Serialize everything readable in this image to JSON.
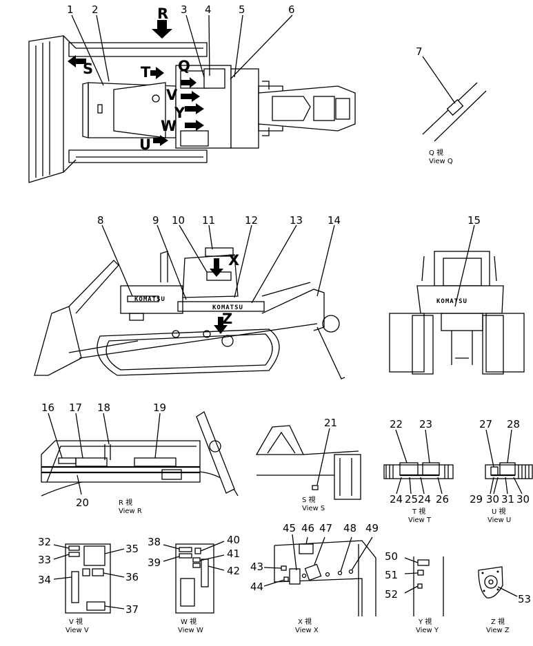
{
  "callouts": [
    "1",
    "2",
    "3",
    "4",
    "5",
    "6",
    "7",
    "8",
    "9",
    "10",
    "11",
    "12",
    "13",
    "14",
    "15",
    "16",
    "17",
    "18",
    "19",
    "20",
    "21",
    "22",
    "23",
    "24",
    "25",
    "24",
    "26",
    "27",
    "28",
    "29",
    "30",
    "31",
    "30",
    "32",
    "33",
    "34",
    "35",
    "36",
    "37",
    "38",
    "39",
    "40",
    "41",
    "42",
    "43",
    "44",
    "45",
    "46",
    "47",
    "48",
    "49",
    "50",
    "51",
    "52",
    "53"
  ],
  "view_letters": {
    "R": "R",
    "S": "S",
    "T": "T",
    "Q": "Q",
    "V": "V",
    "Y": "Y",
    "W": "W",
    "U": "U",
    "X": "X",
    "Z": "Z"
  },
  "view_captions": {
    "Q": {
      "jp": "Q  視",
      "en": "View Q"
    },
    "R": {
      "jp": "R  視",
      "en": "View R"
    },
    "S": {
      "jp": "S  視",
      "en": "View S"
    },
    "T": {
      "jp": "T  視",
      "en": "View T"
    },
    "U": {
      "jp": "U  視",
      "en": "View U"
    },
    "V": {
      "jp": "V  視",
      "en": "View V"
    },
    "W": {
      "jp": "W  視",
      "en": "View W"
    },
    "X": {
      "jp": "X  視",
      "en": "View X"
    },
    "Y": {
      "jp": "Y  視",
      "en": "View Y"
    },
    "Z": {
      "jp": "Z  視",
      "en": "View Z"
    }
  },
  "brand_marks": [
    "KOMATSU",
    "KOMATSU",
    "KOMATSU"
  ]
}
